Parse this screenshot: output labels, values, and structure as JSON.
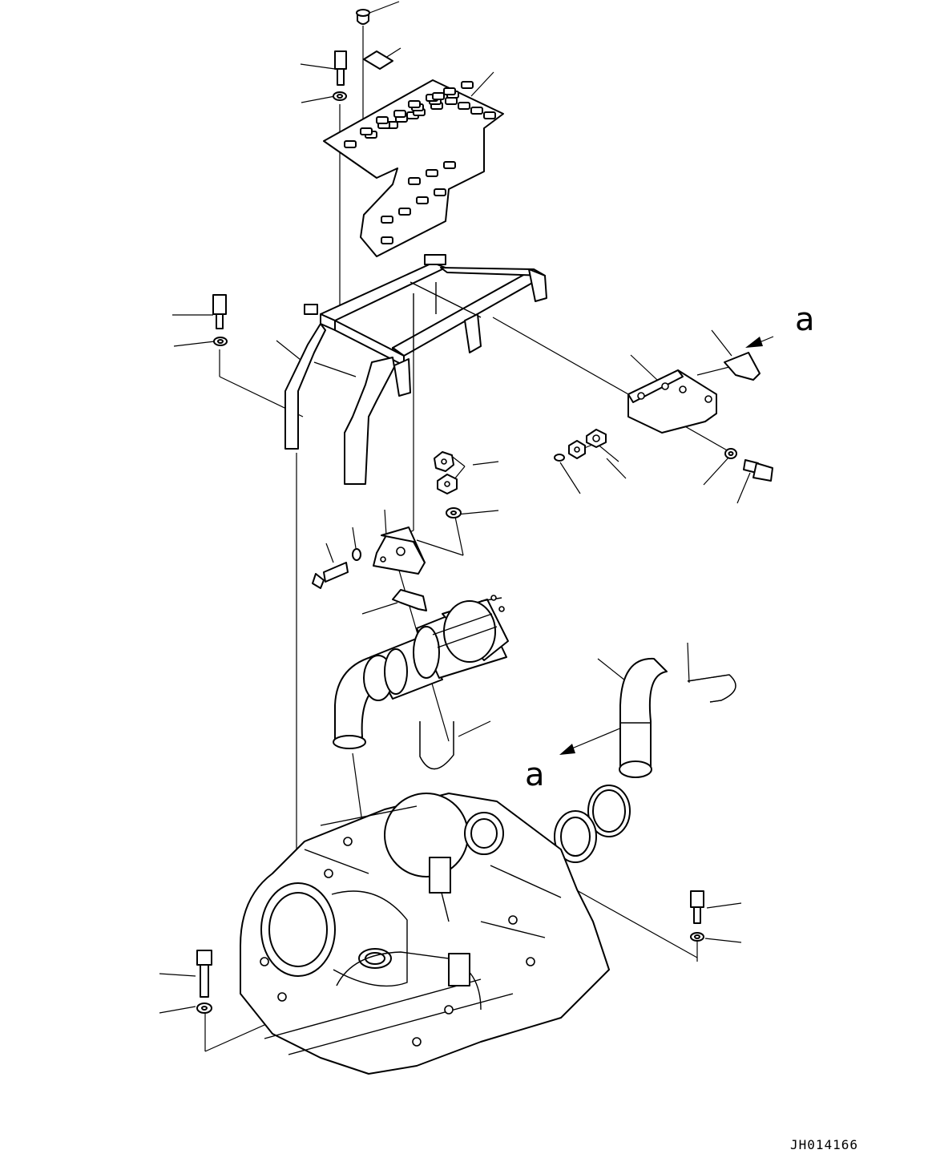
{
  "figure": {
    "drawing_code": "JH014166",
    "view_arrow_top": "a",
    "view_arrow_bottom": "a"
  }
}
